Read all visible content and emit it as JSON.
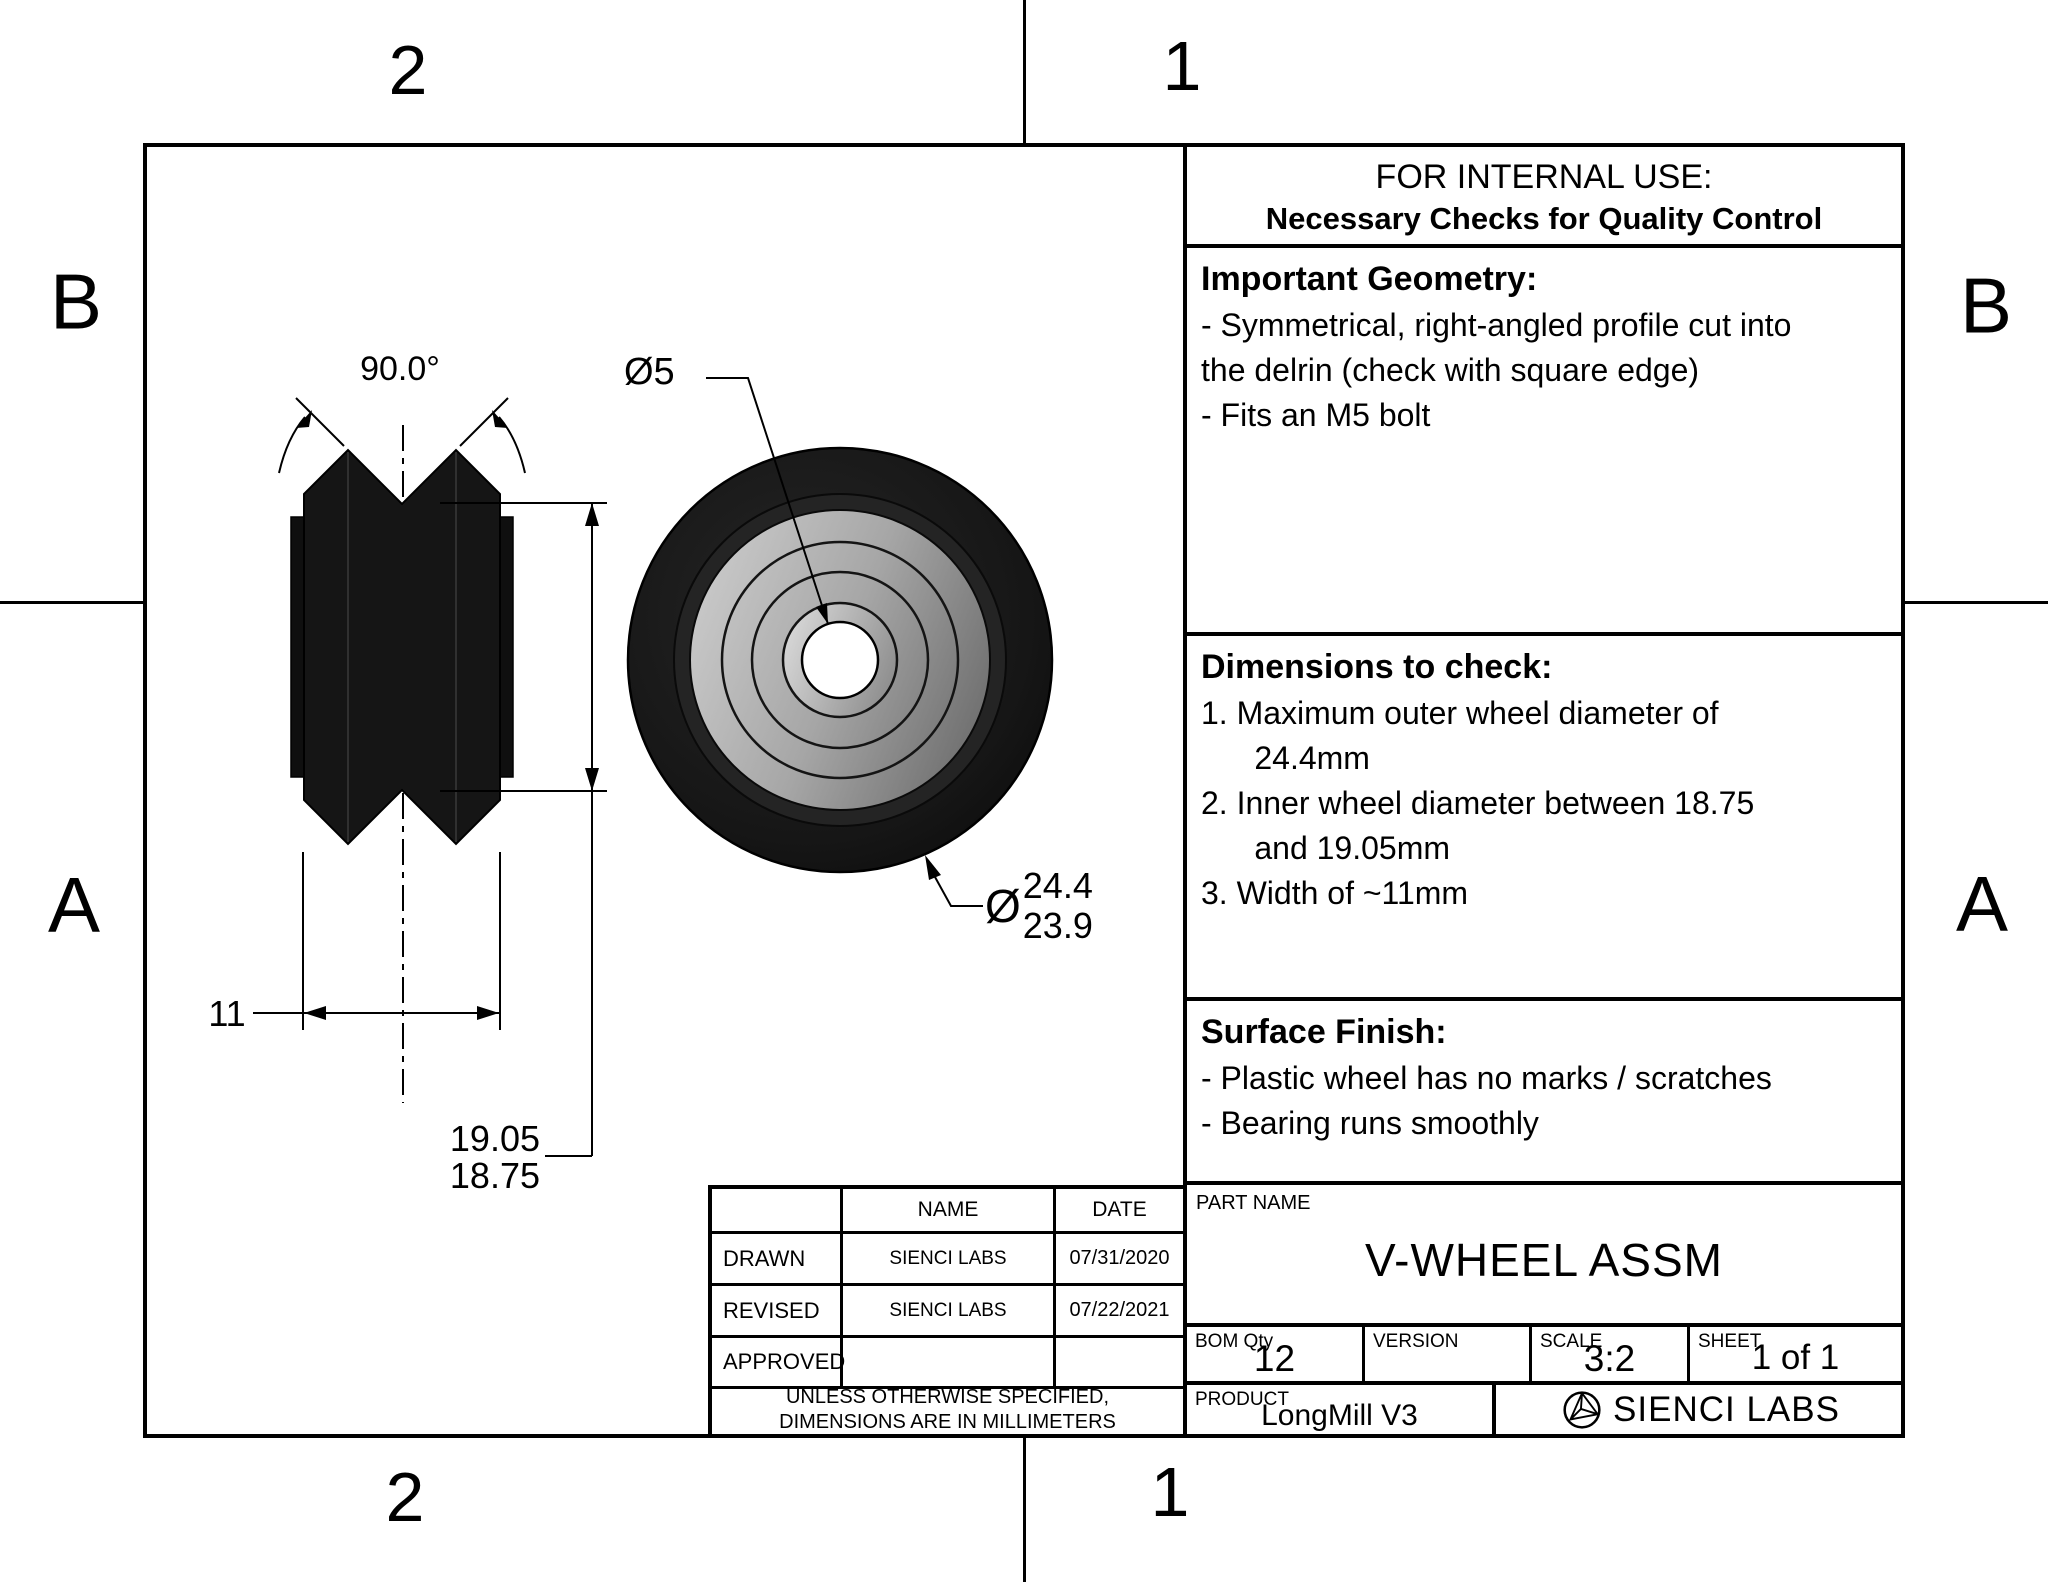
{
  "zones": {
    "top_left": "2",
    "top_right": "1",
    "bottom_left": "2",
    "bottom_right": "1",
    "left_top": "B",
    "left_bottom": "A",
    "right_top": "B",
    "right_bottom": "A"
  },
  "panel": {
    "header_line1": "FOR INTERNAL USE:",
    "header_line2": "Necessary Checks for Quality Control",
    "geometry_heading": "Important Geometry:",
    "geometry_body": "- Symmetrical, right-angled profile cut into\nthe delrin (check with square edge)\n- Fits an M5 bolt",
    "dimensions_heading": "Dimensions to check:",
    "dimensions_body": "1. Maximum outer wheel diameter of\n      24.4mm\n2. Inner wheel diameter between 18.75\n      and 19.05mm\n3. Width of ~11mm",
    "surface_heading": "Surface Finish:",
    "surface_body": "- Plastic wheel has no marks / scratches\n- Bearing runs smoothly"
  },
  "titleblock": {
    "col_name": "NAME",
    "col_date": "DATE",
    "rows": [
      {
        "label": "DRAWN",
        "name": "SIENCI LABS",
        "date": "07/31/2020"
      },
      {
        "label": "REVISED",
        "name": "SIENCI LABS",
        "date": "07/22/2021"
      },
      {
        "label": "APPROVED",
        "name": "",
        "date": ""
      }
    ],
    "note": "UNLESS OTHERWISE SPECIFIED,\nDIMENSIONS ARE IN MILLIMETERS",
    "part_name_label": "PART NAME",
    "part_name": "V-WHEEL ASSM",
    "bom_label": "BOM Qty",
    "bom_value": "12",
    "version_label": "VERSION",
    "version_value": "",
    "scale_label": "SCALE",
    "scale_value": "3:2",
    "sheet_label": "SHEET",
    "sheet_value": "1 of 1",
    "product_label": "PRODUCT",
    "product_value": "LongMill V3",
    "company": "SIENCI LABS"
  },
  "dimensions": {
    "angle": "90.0°",
    "bore": "Ø5",
    "diameter_symbol": "Ø",
    "outer_max": "24.4",
    "outer_min": "23.9",
    "width": "11",
    "inner_max": "19.05",
    "inner_min": "18.75"
  },
  "colors": {
    "line": "#000000",
    "wheel_black": "#151515",
    "bearing_light": "#c9c9c9",
    "bearing_dark": "#6e6e6e",
    "bore_white": "#ffffff"
  }
}
